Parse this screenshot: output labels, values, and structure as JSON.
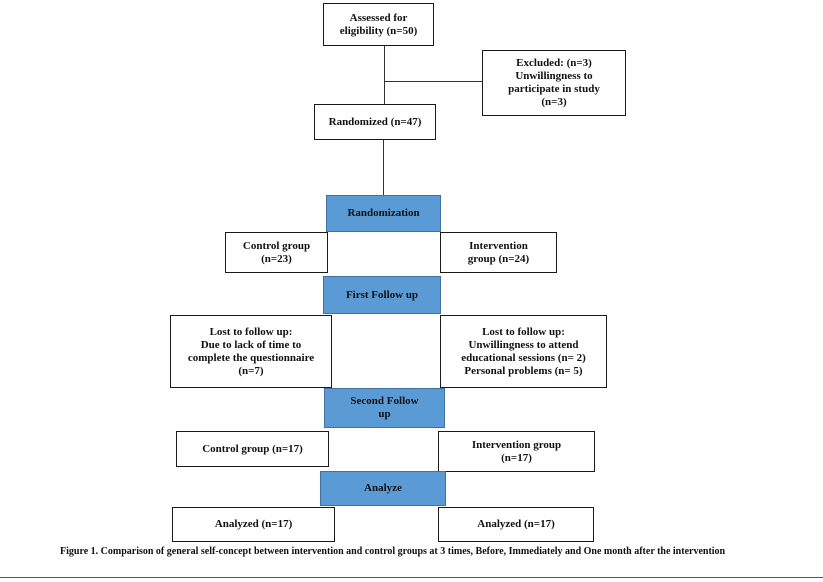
{
  "flowchart": {
    "assessed": "Assessed for\neligibility (n=50)",
    "excluded": "Excluded: (n=3)\nUnwillingness to\nparticipate in study\n(n=3)",
    "randomized": "Randomized (n=47)",
    "stage_randomization": "Randomization",
    "control_group_initial": "Control group\n(n=23)",
    "intervention_group_initial": "Intervention\ngroup (n=24)",
    "stage_first_followup": "First Follow up",
    "lost_control": "Lost to follow up:\nDue to lack of time to\ncomplete the questionnaire\n(n=7)",
    "lost_intervention": "Lost to follow up:\nUnwillingness to attend\neducational sessions (n= 2)\nPersonal problems (n= 5)",
    "stage_second_followup": "Second Follow\nup",
    "control_group_final": "Control group (n=17)",
    "intervention_group_final": "Intervention group\n(n=17)",
    "stage_analyze": "Analyze",
    "analyzed_control": "Analyzed (n=17)",
    "analyzed_intervention": "Analyzed (n=17)"
  },
  "caption": "Figure 1. Comparison of general self-concept between intervention and control groups at 3 times, Before, Immediately and One month after the intervention",
  "colors": {
    "stage_fill": "#5b9bd5",
    "stage_border": "#41719c",
    "box_border": "#1a1a1a"
  }
}
